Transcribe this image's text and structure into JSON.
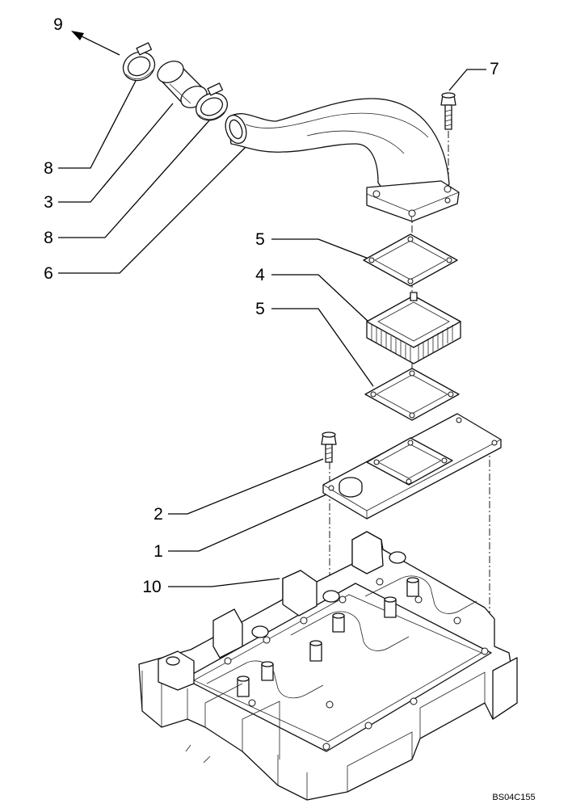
{
  "callouts": {
    "c9": "9",
    "c7": "7",
    "c8a": "8",
    "c3": "3",
    "c8b": "8",
    "c6": "6",
    "c5a": "5",
    "c4": "4",
    "c5b": "5",
    "c2": "2",
    "c1": "1",
    "c10": "10"
  },
  "drawing_code": "BS04C155"
}
